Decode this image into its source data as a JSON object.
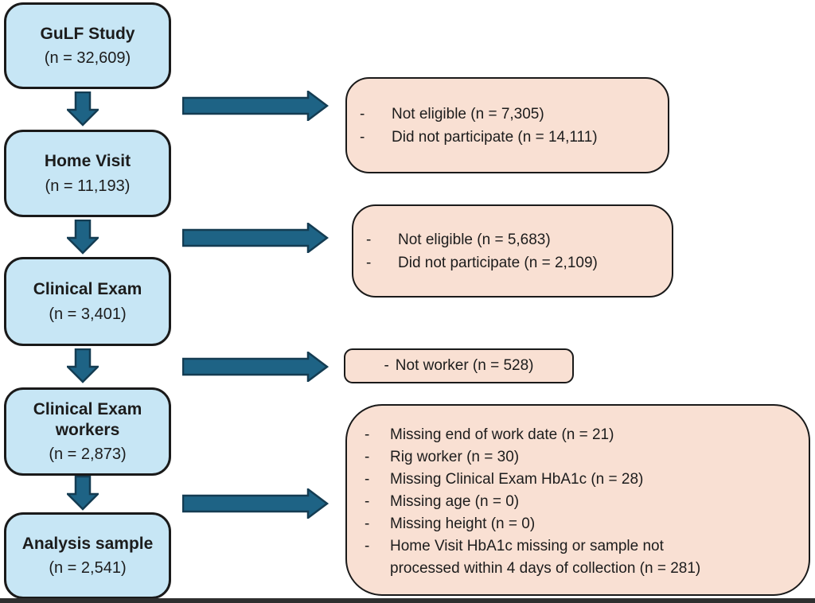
{
  "figure": {
    "bullet_char": "-",
    "colors": {
      "stage_fill": "#c7e6f5",
      "exclusion_fill": "#f9e0d3",
      "arrow_fill": "#1e6385",
      "arrow_stroke": "#143c52",
      "box_border": "#1a1a1a"
    },
    "stages": [
      {
        "title": "GuLF Study",
        "count": "(n = 32,609)"
      },
      {
        "title": "Home Visit",
        "count": "(n = 11,193)"
      },
      {
        "title": "Clinical Exam",
        "count": "(n = 3,401)"
      },
      {
        "title": "Clinical Exam workers",
        "count": "(n = 2,873)"
      },
      {
        "title": "Analysis sample",
        "count": "(n = 2,541)"
      }
    ],
    "exclusions": [
      {
        "items": [
          "Not eligible (n = 7,305)",
          "Did not participate (n = 14,111)"
        ]
      },
      {
        "items": [
          "Not eligible (n = 5,683)",
          "Did not participate (n = 2,109)"
        ]
      },
      {
        "items": [
          "Not worker (n = 528)"
        ]
      },
      {
        "items": [
          "Missing end of work date (n = 21)",
          "Rig worker (n = 30)",
          "Missing Clinical Exam HbA1c (n = 28)",
          "Missing age (n = 0)",
          "Missing height (n = 0)",
          "Home Visit HbA1c missing or sample not\nprocessed within 4 days of collection (n = 281)"
        ]
      }
    ]
  }
}
